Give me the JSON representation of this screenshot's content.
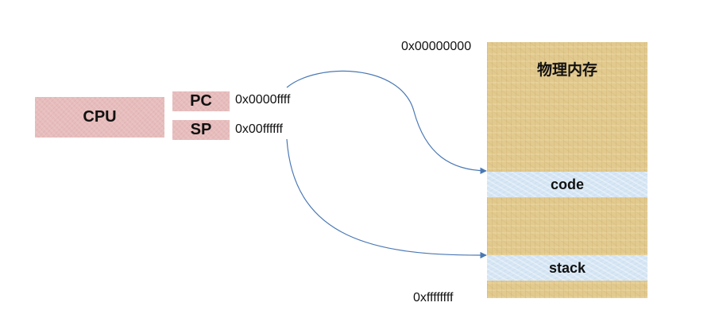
{
  "cpu": {
    "label": "CPU"
  },
  "registers": {
    "pc": {
      "label": "PC",
      "value": "0x0000ffff"
    },
    "sp": {
      "label": "SP",
      "value": "0x00ffffff"
    }
  },
  "memory": {
    "title": "物理内存",
    "start_address": "0x00000000",
    "end_address": "0xffffffff",
    "segments": [
      {
        "label": "code"
      },
      {
        "label": "stack"
      }
    ]
  },
  "colors": {
    "register_fill": "#e7bcbc",
    "memory_fill": "#e2c98d",
    "segment_fill": "#d6e6f4",
    "arrow": "#4a78b5"
  }
}
